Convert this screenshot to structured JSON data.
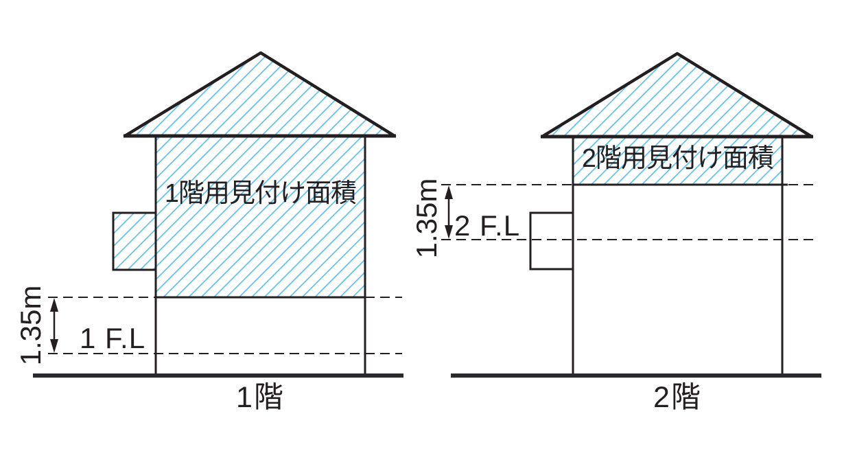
{
  "diagram": {
    "title_context": "見付け面積の図",
    "hatch_color": "#5BBFE9",
    "line_color": "#231F20",
    "left": {
      "area_label": "1階用見付け面積",
      "floor_label": "1階",
      "fl_label": "1 F.L",
      "dimension_label": "1.35m"
    },
    "right": {
      "area_label": "2階用見付け面積",
      "floor_label": "2階",
      "fl_label": "2 F.L",
      "dimension_label": "1.35m"
    }
  }
}
